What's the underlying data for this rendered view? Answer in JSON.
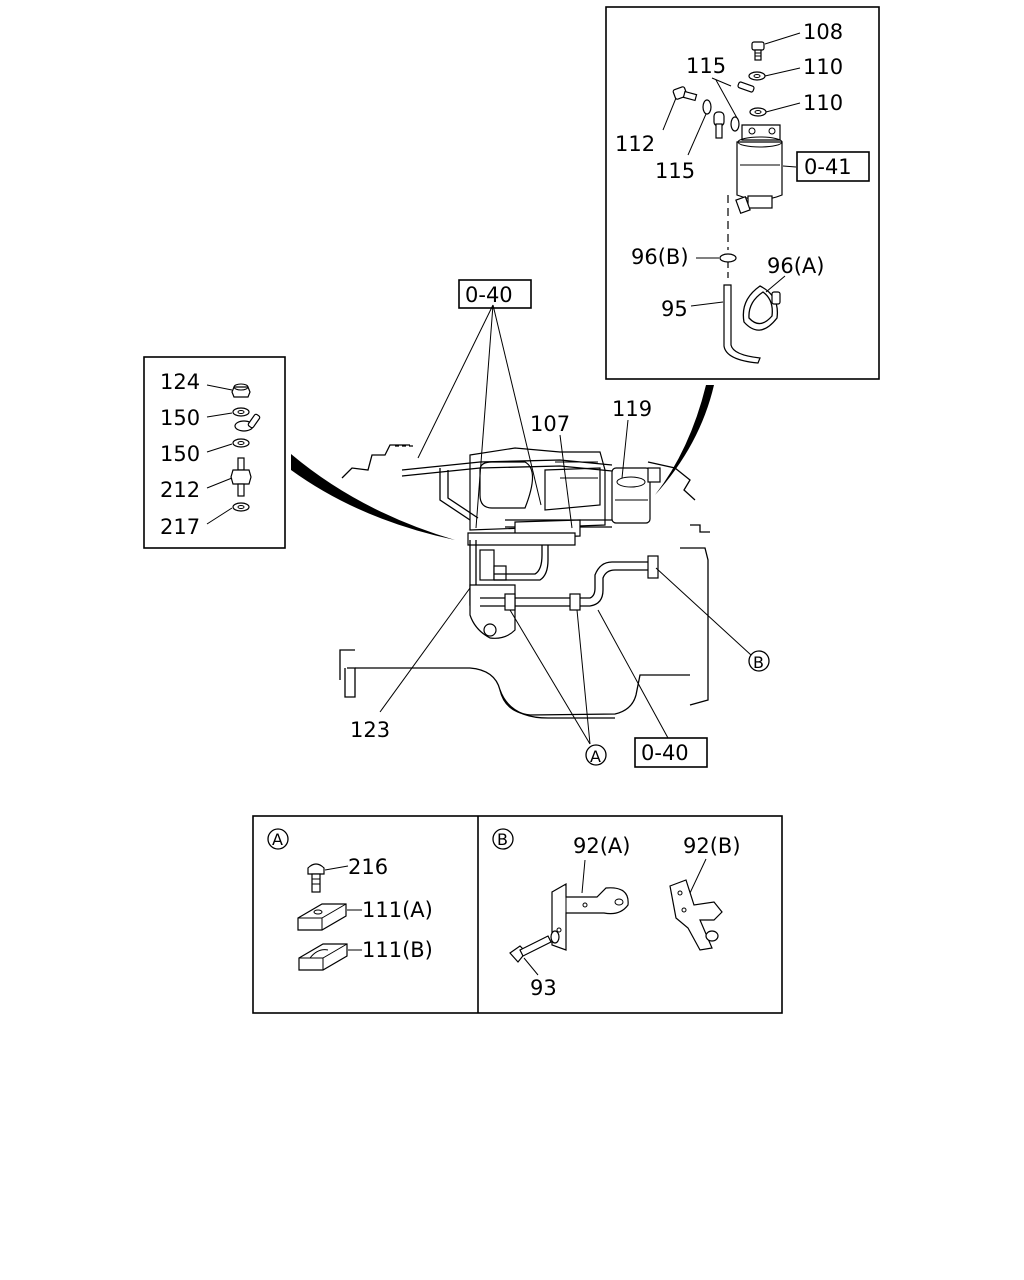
{
  "callouts": {
    "p108": "108",
    "p110a": "110",
    "p110b": "110",
    "p115a": "115",
    "p115b": "115",
    "p112": "112",
    "p96b": "96(B)",
    "p96a": "96(A)",
    "p95": "95",
    "p124": "124",
    "p150a": "150",
    "p150b": "150",
    "p212": "212",
    "p217": "217",
    "p107": "107",
    "p119": "119",
    "p123": "123",
    "p216": "216",
    "p111a": "111(A)",
    "p111b": "111(B)",
    "p92a": "92(A)",
    "p92b": "92(B)",
    "p93": "93"
  },
  "refs": {
    "r041": "0-41",
    "r040_top": "0-40",
    "r040_bottom": "0-40"
  },
  "markers": {
    "a_main": "A",
    "b_main": "B",
    "a_detail": "A",
    "b_detail": "B"
  }
}
